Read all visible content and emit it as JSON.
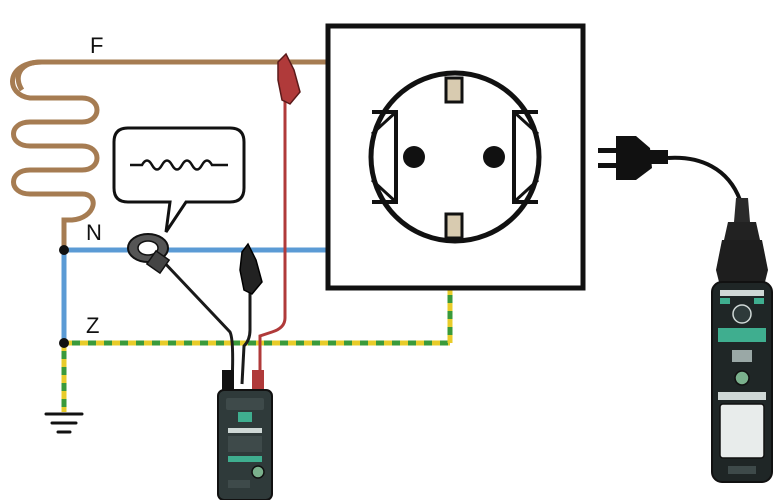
{
  "labels": {
    "phase": "F",
    "neutral": "N",
    "earth": "Z"
  },
  "colors": {
    "phase_wire": "#a67c52",
    "neutral_wire": "#5b9bd5",
    "earth_green": "#3a9a3a",
    "earth_yellow": "#e8cc2a",
    "red_lead": "#b03a3a",
    "black_lead": "#1a1a1a",
    "device_body": "#2f3a3a",
    "device_accent": "#3fae8f"
  },
  "icons": {
    "socket": "schuko-socket-icon",
    "plug": "plug-icon",
    "ground": "ground-symbol-icon",
    "signal": "signal-wave-icon",
    "transmitter": "transmitter-device-icon",
    "receiver": "receiver-device-icon"
  }
}
